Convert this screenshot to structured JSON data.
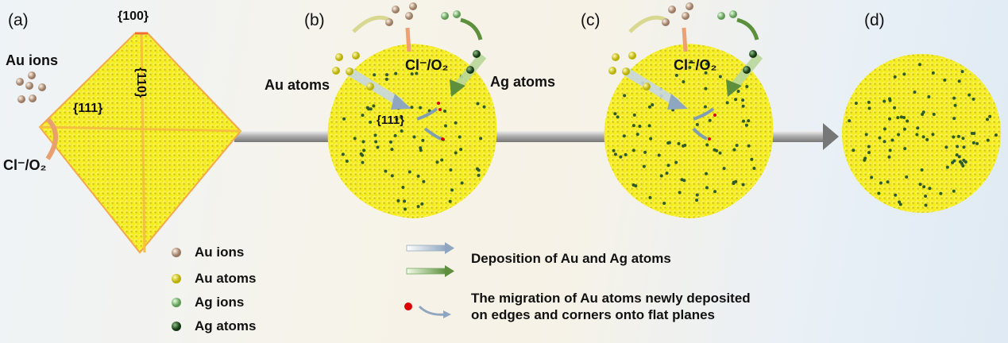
{
  "panels": {
    "a": "(a)",
    "b": "(b)",
    "c": "(c)",
    "d": "(d)"
  },
  "labels": {
    "facet_100": "{100}",
    "facet_110": "{110}",
    "facet_111": "{111}",
    "au_ions": "Au ions",
    "cl_o2": "Cl⁻/O₂",
    "au_atoms": "Au atoms",
    "ag_atoms": "Ag atoms",
    "facet_111_b": "{111}"
  },
  "legend": {
    "items": [
      {
        "label": "Au ions",
        "color": "#d9b9a0"
      },
      {
        "label": "Au atoms",
        "color": "#e6e020"
      },
      {
        "label": "Ag ions",
        "color": "#9cc98e"
      },
      {
        "label": "Ag atoms",
        "color": "#2f5e2a"
      }
    ],
    "deposition": "Deposition of Au and Ag atoms",
    "migration_line1": "The migration of Au atoms newly deposited",
    "migration_line2": "on edges and corners onto flat planes"
  },
  "colors": {
    "gold": "#f2ea1c",
    "ag": "#2e5b2a",
    "edge": "#f0a040"
  }
}
